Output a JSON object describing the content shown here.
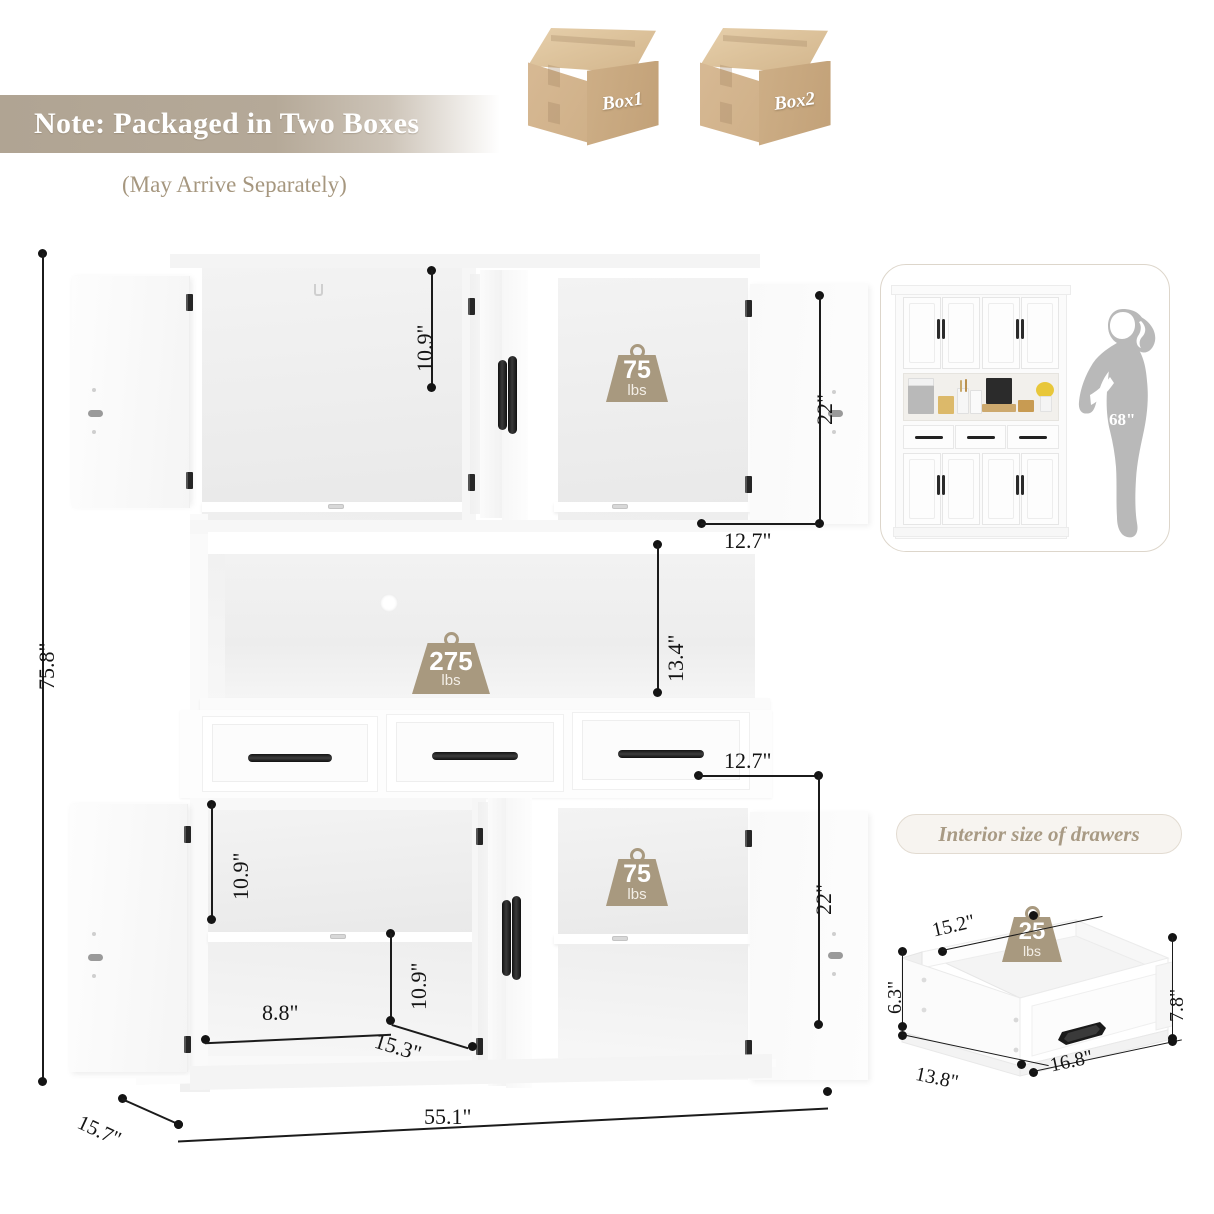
{
  "banner": {
    "note": "Note: Packaged in Two Boxes",
    "subnote": "(May Arrive Separately)",
    "accent_color": "#b0a493"
  },
  "boxes": [
    {
      "label": "Box1"
    },
    {
      "label": "Box2"
    }
  ],
  "chart_data": {
    "type": "diagram",
    "title": "Kitchen pantry storage cabinet dimension diagram",
    "units": "inches",
    "overall": {
      "height": "75.8\"",
      "width": "55.1\"",
      "depth": "15.7\""
    },
    "top_cabinet": {
      "shelf_clearance": "10.9\"",
      "door_height": "22\"",
      "door_width": "12.7\"",
      "shelf_capacity": "75 lbs"
    },
    "middle_open_shelf": {
      "clearance_height": "13.4\"",
      "top_capacity": "275 lbs"
    },
    "bottom_cabinet": {
      "upper_shelf_clearance": "10.9\"",
      "lower_shelf_clearance": "10.9\"",
      "interior_width_front": "8.8\"",
      "interior_depth": "15.3\"",
      "door_height": "22\"",
      "door_width": "12.7\"",
      "shelf_capacity": "75 lbs"
    },
    "drawer_interior": {
      "width_top": "15.2\"",
      "height_left": "6.3\"",
      "depth_bottom": "13.8\"",
      "front_width": "16.8\"",
      "front_height": "7.8\"",
      "capacity": "25 lbs"
    },
    "human_reference": {
      "height": "68\""
    }
  },
  "dimensions": {
    "overall_height": "75.8\"",
    "overall_width": "55.1\"",
    "overall_depth": "15.7\"",
    "top_shelf_clearance": "10.9\"",
    "top_door_height": "22\"",
    "top_door_width": "12.7\"",
    "middle_clearance": "13.4\"",
    "bottom_upper_clearance": "10.9\"",
    "bottom_lower_clearance": "10.9\"",
    "bottom_width": "8.8\"",
    "bottom_depth": "15.3\"",
    "bottom_door_width": "12.7\"",
    "bottom_door_height": "22\""
  },
  "weights": {
    "top_shelf": {
      "value": "75",
      "unit": "lbs"
    },
    "middle_top": {
      "value": "275",
      "unit": "lbs"
    },
    "bottom_shelf": {
      "value": "75",
      "unit": "lbs"
    },
    "drawer": {
      "value": "25",
      "unit": "lbs"
    }
  },
  "cards": {
    "scale_card": {
      "human_height": "68\""
    },
    "drawer_card": {
      "title": "Interior size of drawers",
      "dim_top": "15.2\"",
      "dim_left": "6.3\"",
      "dim_bottom": "13.8\"",
      "dim_front": "16.8\"",
      "dim_right": "7.8\""
    }
  },
  "colors": {
    "badge": "#a8997f",
    "banner": "#b0a493",
    "subnote": "#a6977f",
    "pill_text": "#a89a84",
    "silhouette": "#b9b9b9"
  }
}
